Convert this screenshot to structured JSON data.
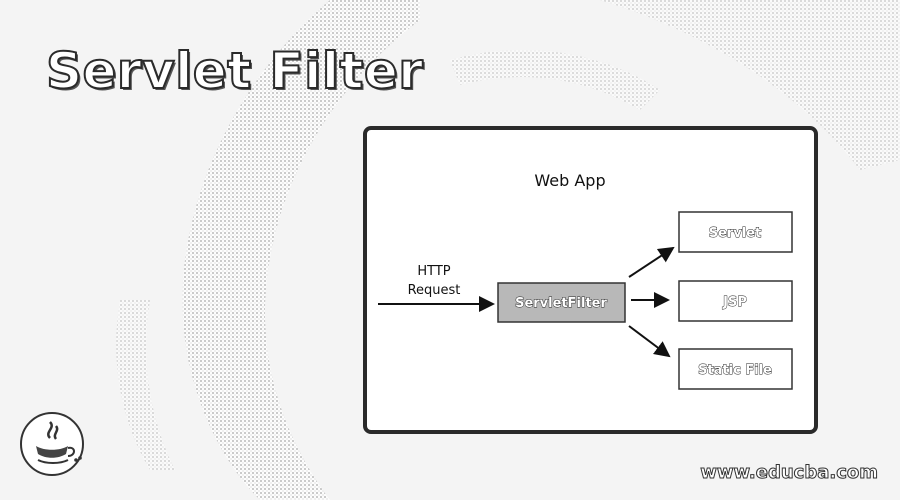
{
  "title": "Servlet Filter",
  "diagram": {
    "heading": "Web App",
    "request_label_line1": "HTTP",
    "request_label_line2": "Request",
    "filter_box": "ServletFilter",
    "targets": [
      "Servlet",
      "JSP",
      "Static File"
    ]
  },
  "footer": "www.educba.com",
  "colors": {
    "panel_border": "#2a2a2a",
    "filter_fill": "#b8b8b8",
    "arrow": "#111111"
  }
}
